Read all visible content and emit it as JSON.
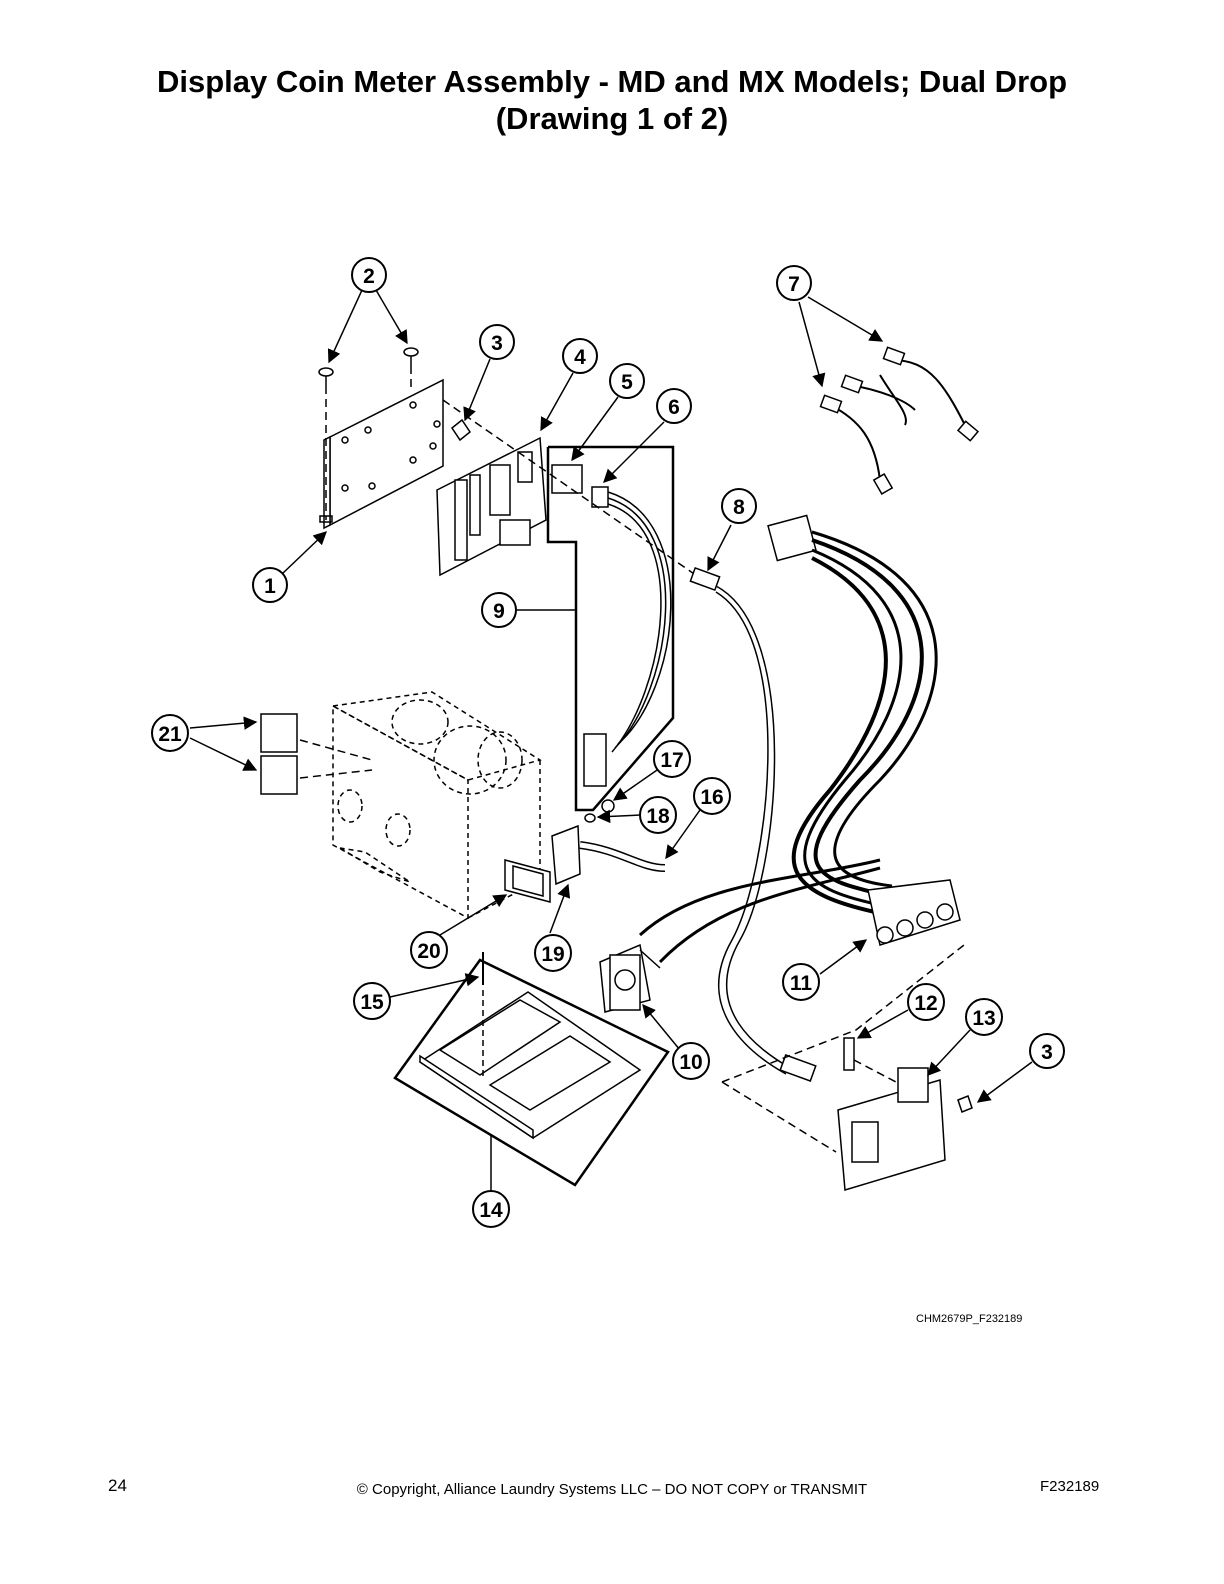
{
  "header": {
    "title_line1": "Display Coin Meter Assembly - MD and MX Models; Dual Drop",
    "title_line2": "(Drawing 1 of 2)"
  },
  "diagram": {
    "callouts": {
      "c1": "1",
      "c2": "2",
      "c3a": "3",
      "c3b": "3",
      "c4": "4",
      "c5": "5",
      "c6": "6",
      "c7": "7",
      "c8": "8",
      "c9": "9",
      "c10": "10",
      "c11": "11",
      "c12": "12",
      "c13": "13",
      "c14": "14",
      "c15": "15",
      "c16": "16",
      "c17": "17",
      "c18": "18",
      "c19": "19",
      "c20": "20",
      "c21": "21"
    },
    "drawing_code": "CHM2679P_F232189",
    "line_color": "#000000"
  },
  "footer": {
    "page_number": "24",
    "copyright": "© Copyright, Alliance Laundry Systems LLC – DO NOT COPY or TRANSMIT",
    "document_code": "F232189"
  }
}
